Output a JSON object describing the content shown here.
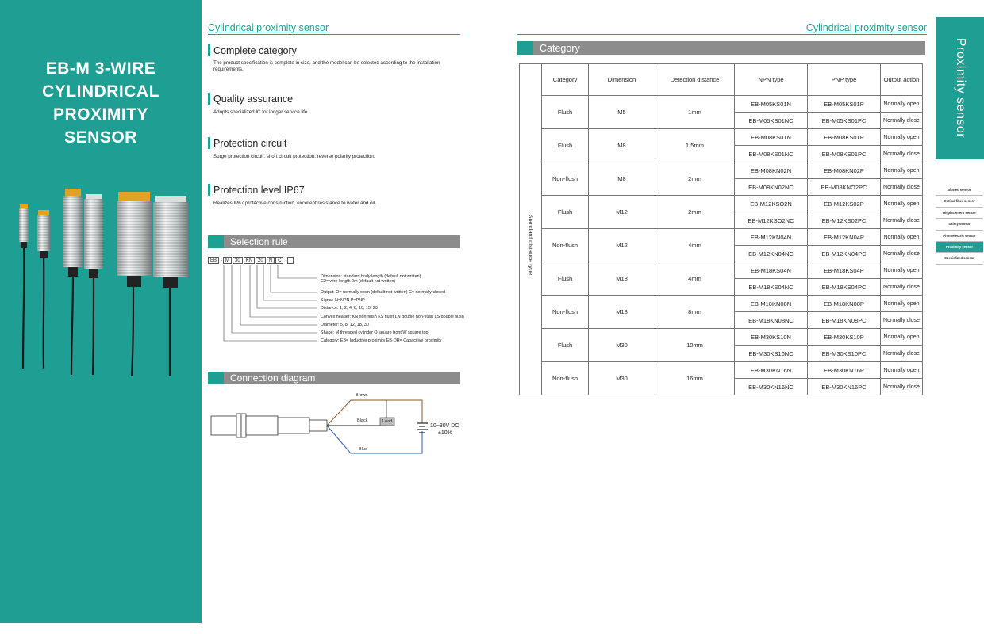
{
  "left_panel": {
    "title_lines": [
      "EB-M 3-WIRE",
      "CYLINDRICAL",
      "PROXIMITY",
      "SENSOR"
    ]
  },
  "mid": {
    "header": "Cylindrical proximity sensor",
    "features": [
      {
        "title": "Complete category",
        "desc": "The product specification is complete in size, and the model can be selected according to the installation requirements."
      },
      {
        "title": "Quality assurance",
        "desc": "Adopts specialized IC for longer service life."
      },
      {
        "title": "Protection circuit",
        "desc": "Surge protection circuit, short circuit protection, reverse polarity protection."
      },
      {
        "title": "Protection level IP67",
        "desc": "Realizes IP67 protective construction, excellent resistance to water and oil."
      }
    ],
    "selection_rule": {
      "title": "Selection rule",
      "code_segments": [
        "EB",
        "M",
        "30",
        "KN",
        "20",
        "N",
        "C",
        ""
      ],
      "labels": [
        "Dimension: standard body length (default not written)",
        "C2= wire length 2m (default not written)",
        "Output: O= normally open (default not written) C= normally closed",
        "Signal: N=NPN  P=PNP",
        "Distance: 1, 2, 4, 8, 10, 15, 20",
        "Convex header: KN non-flush KS flush LN double non-flush LS double flush",
        "Diameter: 5, 8, 12, 18, 30",
        "Shape: M threaded cylinder Q square front W square top",
        "Category: EB= Inductive proximity EB-DR= Capacitive proximity"
      ]
    },
    "connection": {
      "title": "Connection diagram",
      "brown": "Brown",
      "black": "Black",
      "blue": "Blue",
      "load": "Load",
      "supply_line1": "10~30V DC",
      "supply_line2": "±10%"
    }
  },
  "right": {
    "header": "Cylindrical proximity sensor",
    "category_title": "Category",
    "side_label": "Standard distance type",
    "columns": [
      "Category",
      "Dimension",
      "Detection distance",
      "NPN type",
      "PNP type",
      "Output action"
    ],
    "groups": [
      {
        "category": "Flush",
        "dimension": "M5",
        "distance": "1mm",
        "rows": [
          [
            "EB-M05KS01N",
            "EB-M05KS01P",
            "Normally open"
          ],
          [
            "EB-M05KS01NC",
            "EB-M05KS01PC",
            "Normally close"
          ]
        ]
      },
      {
        "category": "Flush",
        "dimension": "M8",
        "distance": "1.5mm",
        "rows": [
          [
            "EB-M08KS01N",
            "EB-M08KS01P",
            "Normally open"
          ],
          [
            "EB-M08KS01NC",
            "EB-M08KS01PC",
            "Normally close"
          ]
        ]
      },
      {
        "category": "Non-flush",
        "dimension": "M8",
        "distance": "2mm",
        "rows": [
          [
            "EB-M08KN02N",
            "EB-M08KN02P",
            "Normally open"
          ],
          [
            "EB-M08KN02NC",
            "EB-M08KNO2PC",
            "Normally close"
          ]
        ]
      },
      {
        "category": "Flush",
        "dimension": "M12",
        "distance": "2mm",
        "rows": [
          [
            "EB-M12KSO2N",
            "EB-M12KS02P",
            "Normally open"
          ],
          [
            "EB-M12KSO2NC",
            "EB-M12KS02PC",
            "Normally close"
          ]
        ]
      },
      {
        "category": "Non-flush",
        "dimension": "M12",
        "distance": "4mm",
        "rows": [
          [
            "EB-M12KN04N",
            "EB-M12KN04P",
            "Normally open"
          ],
          [
            "EB-M12KN04NC",
            "EB-M12KN04PC",
            "Normally close"
          ]
        ]
      },
      {
        "category": "Flush",
        "dimension": "M18",
        "distance": "4mm",
        "rows": [
          [
            "EB-M18KS04N",
            "EB-M18KS04P",
            "Normally open"
          ],
          [
            "EB-M18KS04NC",
            "EB-M18KS04PC",
            "Normally close"
          ]
        ]
      },
      {
        "category": "Non-flush",
        "dimension": "M18",
        "distance": "8mm",
        "rows": [
          [
            "EB-M18KN08N",
            "EB-M18KN08P",
            "Normally open"
          ],
          [
            "EB-M18KN08NC",
            "EB-M18KN08PC",
            "Normally close"
          ]
        ]
      },
      {
        "category": "Flush",
        "dimension": "M30",
        "distance": "10mm",
        "rows": [
          [
            "EB-M30KS10N",
            "EB-M30KS10P",
            "Normally open"
          ],
          [
            "EB-M30KS10NC",
            "EB-M30KS10PC",
            "Normally close"
          ]
        ]
      },
      {
        "category": "Non-flush",
        "dimension": "M30",
        "distance": "16mm",
        "rows": [
          [
            "EB-M30KN16N",
            "EB-M30KN16P",
            "Normally open"
          ],
          [
            "EB-M30KN16NC",
            "EB-M30KN16PC",
            "Normally close"
          ]
        ]
      }
    ]
  },
  "sidebar": {
    "tab": "Proximity sensor",
    "nav": [
      {
        "label": "Slotted sensor",
        "active": false
      },
      {
        "label": "Optical fiber sensor",
        "active": false
      },
      {
        "label": "Displacement sensor",
        "active": false
      },
      {
        "label": "Safety sensor",
        "active": false
      },
      {
        "label": "Photoelectric sensor",
        "active": false
      },
      {
        "label": "Proximity sensor",
        "active": true
      },
      {
        "label": "Specialized sensor",
        "active": false
      }
    ]
  },
  "colors": {
    "teal": "#1f9e93",
    "bar_gray": "#8c8c8c",
    "brown_wire": "#8b5a2b",
    "blue_wire": "#2a5db0",
    "cap_orange": "#e0a326"
  }
}
